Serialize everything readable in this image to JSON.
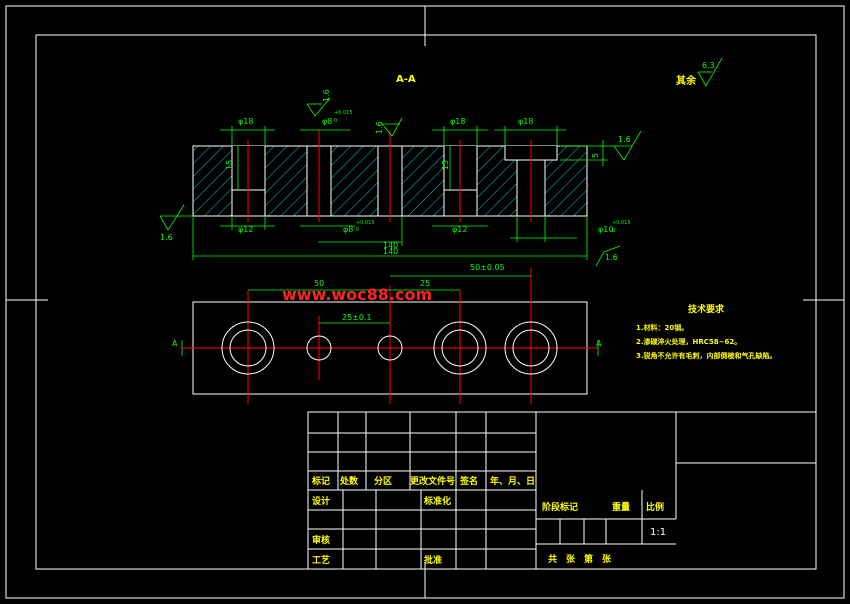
{
  "colors": {
    "background": "#000000",
    "frame": "#ffffff",
    "hatch": "#00ffff",
    "dimension": "#00ff00",
    "centerline": "#ff0000",
    "text": "#ffff00",
    "watermark": "#ff2222"
  },
  "section_label": "A-A",
  "roughness_other": {
    "label": "其余",
    "value": "6.3"
  },
  "top_dims": {
    "d18_left": "φ18",
    "d8_center": "φ8",
    "d8_tol_upper": "+0.015",
    "d8_tol_lower": "0",
    "d18_mid": "φ18",
    "d18_right": "φ18",
    "depth_15_left": "15",
    "depth_15_right": "15",
    "depth_5": "5",
    "ra_16_top": "1.6",
    "ra_16_top2": "1.6",
    "ra_16_right": "1.6"
  },
  "bottom_dims": {
    "d12_left": "φ12",
    "d8_bottom": "φ8",
    "d8_tol_upper": "+0.015",
    "d8_tol_lower": "0",
    "d12_right": "φ12",
    "d10": "φ10",
    "d10_tol_upper": "+0.015",
    "d10_tol_lower": "0",
    "dim_140": "140",
    "dim_100": "140",
    "ra_16_left": "1.6",
    "ra_16_bottom": "1.6"
  },
  "plan_dims": {
    "dim_50": "50",
    "dim_25": "25",
    "dim_50_tol": "50±0.05",
    "dim_25_tol": "25±0.1",
    "section_marker_left": "A",
    "section_marker_right": "A"
  },
  "watermark": "www.woc88.com",
  "tech_req": {
    "title": "技术要求",
    "items": [
      "1.材料：20钢。",
      "2.渗碳淬火处理，HRC58~62。",
      "3.锐角不允许有毛刺，内部倒棱和气孔缺陷。"
    ]
  },
  "title_block": {
    "row_labels": [
      "标记",
      "处数",
      "分区",
      "更改文件号",
      "签名",
      "年、月、日"
    ],
    "design": "设计",
    "standardize": "标准化",
    "review": "审核",
    "process": "工艺",
    "approve": "批准",
    "stage_mark": "阶段标记",
    "weight": "重量",
    "scale_label": "比例",
    "scale_value": "1:1",
    "sheets": "共　张　第　张"
  }
}
